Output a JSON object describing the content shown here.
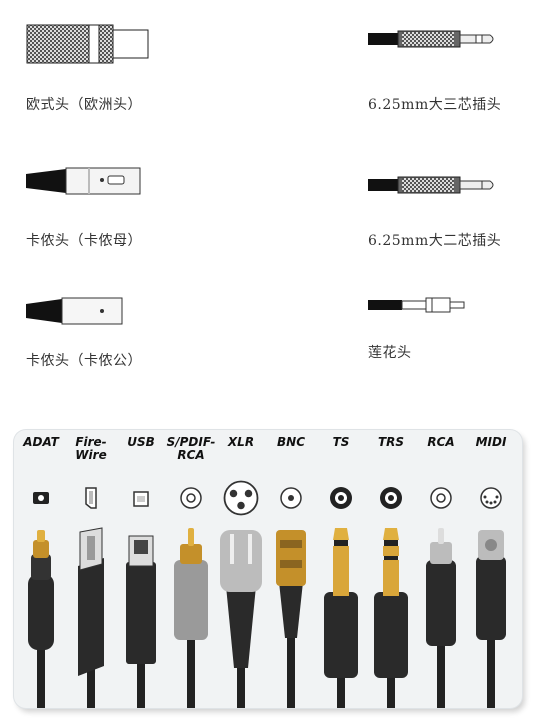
{
  "top_connectors": [
    {
      "icon": "euro-plug-icon",
      "caption": "欧式头（欧洲头）"
    },
    {
      "icon": "trs-6-25mm-plug-icon",
      "caption": "6.25mm大三芯插头"
    },
    {
      "icon": "xlr-female-plug-icon",
      "caption": "卡侬头（卡侬母）"
    },
    {
      "icon": "ts-6-25mm-plug-icon",
      "caption": "6.25mm大二芯插头"
    },
    {
      "icon": "xlr-male-plug-icon",
      "caption": "卡侬头（卡侬公）"
    },
    {
      "icon": "rca-plug-icon",
      "caption": "莲花头"
    }
  ],
  "panel": {
    "columns": [
      {
        "label": "ADAT",
        "icon": "adat-connector-icon"
      },
      {
        "label": "Fire-\nWire",
        "icon": "firewire-connector-icon"
      },
      {
        "label": "USB",
        "icon": "usb-connector-icon"
      },
      {
        "label": "S/PDIF-\nRCA",
        "icon": "spdif-rca-connector-icon"
      },
      {
        "label": "XLR",
        "icon": "xlr-connector-icon"
      },
      {
        "label": "BNC",
        "icon": "bnc-connector-icon"
      },
      {
        "label": "TS",
        "icon": "ts-connector-icon"
      },
      {
        "label": "TRS",
        "icon": "trs-connector-icon"
      },
      {
        "label": "RCA",
        "icon": "rca-connector-icon"
      },
      {
        "label": "MIDI",
        "icon": "midi-connector-icon"
      }
    ]
  }
}
